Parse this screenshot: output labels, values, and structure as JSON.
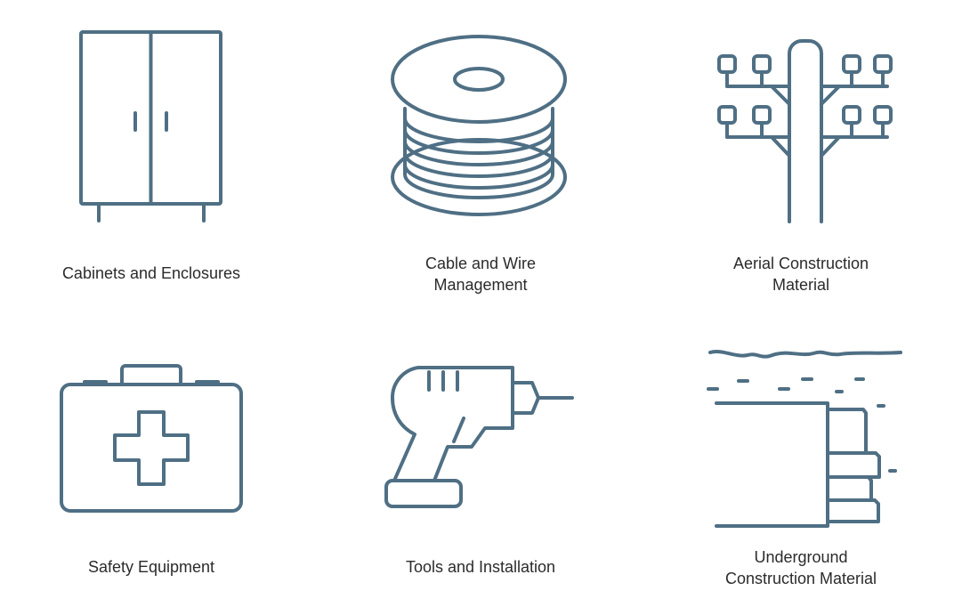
{
  "categories": [
    {
      "id": "cabinets",
      "label": "Cabinets and Enclosures",
      "icon": "cabinet-icon"
    },
    {
      "id": "cable",
      "label": "Cable and Wire\nManagement",
      "icon": "cable-reel-icon"
    },
    {
      "id": "aerial",
      "label": "Aerial Construction\nMaterial",
      "icon": "utility-pole-icon"
    },
    {
      "id": "safety",
      "label": "Safety Equipment",
      "icon": "first-aid-kit-icon"
    },
    {
      "id": "tools",
      "label": "Tools and Installation",
      "icon": "power-drill-icon"
    },
    {
      "id": "underground",
      "label": "Underground\nConstruction Material",
      "icon": "underground-trench-icon"
    }
  ],
  "colors": {
    "icon_stroke": "#4f6f84",
    "text": "#2b2b2b",
    "background": "#ffffff"
  }
}
